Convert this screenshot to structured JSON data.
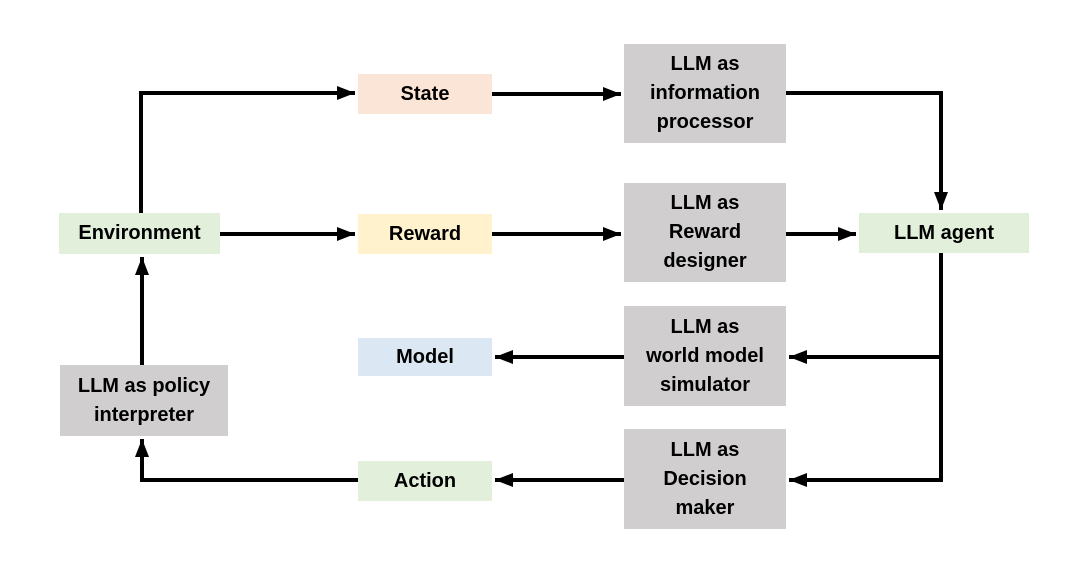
{
  "diagram": {
    "description": "Flow diagram of LLM roles in a reinforcement-learning loop",
    "background": "#ffffff",
    "arrow_color": "#000000",
    "text_color": "#000000",
    "nodes": {
      "environment": {
        "label": "Environment",
        "fill": "#e2efda"
      },
      "state": {
        "label": "State",
        "fill": "#fbe5d6"
      },
      "reward": {
        "label": "Reward",
        "fill": "#fff2cc"
      },
      "model": {
        "label": "Model",
        "fill": "#dbe8f4"
      },
      "action": {
        "label": "Action",
        "fill": "#e2efda"
      },
      "info_processor": {
        "label": "LLM as\ninformation\nprocessor",
        "fill": "#d0cece"
      },
      "reward_designer": {
        "label": "LLM as\nReward\ndesigner",
        "fill": "#d0cece"
      },
      "world_model_simulator": {
        "label": "LLM as\nworld model\nsimulator",
        "fill": "#d0cece"
      },
      "decision_maker": {
        "label": "LLM as\nDecision\nmaker",
        "fill": "#d0cece"
      },
      "llm_agent": {
        "label": "LLM agent",
        "fill": "#e2efda"
      },
      "policy_interpreter": {
        "label": "LLM as policy\ninterpreter",
        "fill": "#d0cece"
      }
    },
    "edges": [
      "environment -> state",
      "environment -> reward",
      "state -> info_processor",
      "reward -> reward_designer",
      "info_processor -> llm_agent",
      "reward_designer -> llm_agent",
      "llm_agent -> world_model_simulator",
      "llm_agent -> decision_maker",
      "world_model_simulator -> model",
      "decision_maker -> action",
      "action -> policy_interpreter",
      "policy_interpreter -> environment"
    ]
  }
}
